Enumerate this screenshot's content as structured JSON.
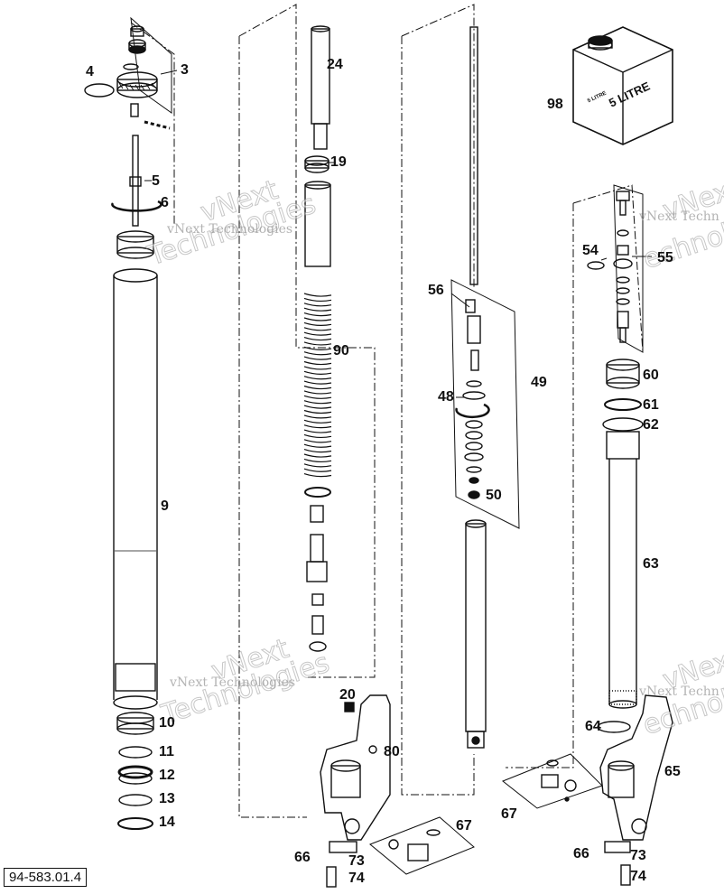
{
  "diagram": {
    "reference_code": "94-583.01.4",
    "can_label_large": "5 LITRE",
    "can_label_small": "5 LITRE",
    "watermark_small": "vNext Technologies",
    "watermark_large_1": "vNext",
    "watermark_large_2": "Technologies",
    "watermark_edge_small": "vNext Techn",
    "watermark_edge_large_1": "vNex",
    "watermark_edge_large_2": "echnol",
    "labels": {
      "p3": "3",
      "p4": "4",
      "p5": "5",
      "p6": "6",
      "p9": "9",
      "p10": "10",
      "p11": "11",
      "p12": "12",
      "p13": "13",
      "p14": "14",
      "p19": "19",
      "p20": "20",
      "p24": "24",
      "p48": "48",
      "p49": "49",
      "p50": "50",
      "p54": "54",
      "p55": "55",
      "p56": "56",
      "p60": "60",
      "p61": "61",
      "p62": "62",
      "p63": "63",
      "p64": "64",
      "p65": "65",
      "p66a": "66",
      "p66b": "66",
      "p67a": "67",
      "p67b": "67",
      "p73a": "73",
      "p73b": "73",
      "p74a": "74",
      "p74b": "74",
      "p80": "80",
      "p90": "90",
      "p98": "98"
    }
  }
}
